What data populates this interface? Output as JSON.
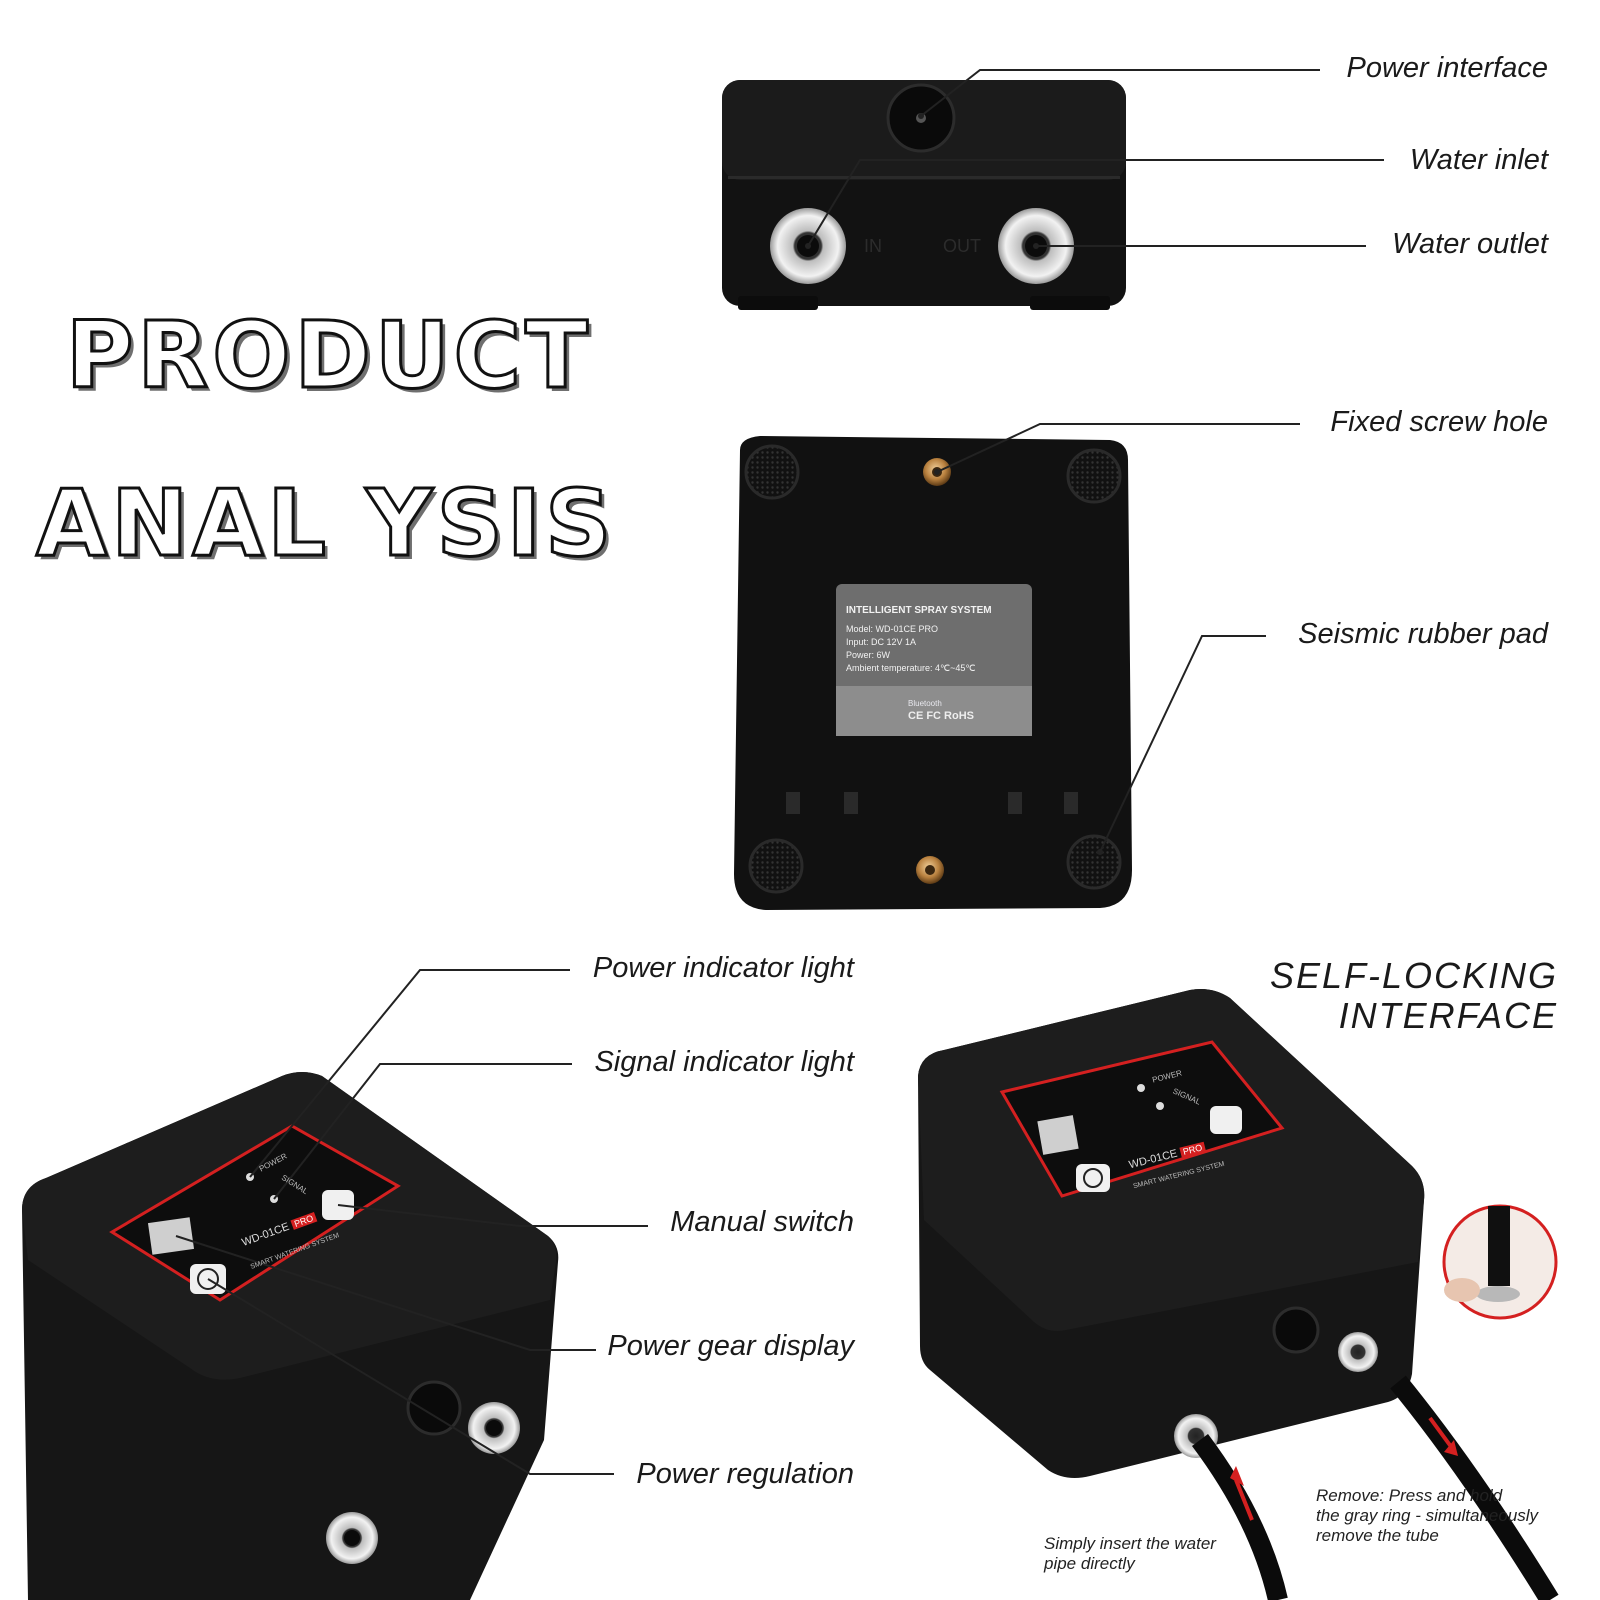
{
  "title": {
    "line1": "PRODUCT",
    "line2": "ANAL YSIS"
  },
  "callouts": {
    "power_interface": "Power interface",
    "water_inlet": "Water inlet",
    "water_outlet": "Water outlet",
    "fixed_screw_hole": "Fixed screw hole",
    "seismic_rubber_pad": "Seismic rubber pad",
    "power_indicator_light": "Power indicator light",
    "signal_indicator_light": "Signal indicator light",
    "manual_switch": "Manual switch",
    "power_gear_display": "Power gear display",
    "power_regulation": "Power regulation"
  },
  "self_locking": {
    "line1": "SELF-LOCKING",
    "line2": "INTERFACE"
  },
  "notes": {
    "insert_line1": "Simply insert the water",
    "insert_line2": "pipe directly",
    "remove_line1": "Remove: Press and hold",
    "remove_line2": "the gray ring - simultaneously",
    "remove_line3": "remove the tube"
  },
  "device_marks": {
    "port_in": "IN",
    "port_out": "OUT",
    "panel_power": "POWER",
    "panel_signal": "SIGNAL",
    "model_badge": "WD-01CE",
    "pro_badge": "PRO",
    "panel_subtitle": "SMART WATERING SYSTEM"
  },
  "spec_label": {
    "heading": "INTELLIGENT SPRAY SYSTEM",
    "model": "Model: WD-01CE PRO",
    "input": "Input: DC 12V 1A",
    "power": "Power: 6W",
    "ambient": "Ambient temperature: 4℃~45℃",
    "bluetooth": "Bluetooth",
    "certs": "CE FC RoHS"
  },
  "colors": {
    "device": "#161616",
    "accent_red": "#d42020",
    "label_gray": "#6e6e6e"
  }
}
